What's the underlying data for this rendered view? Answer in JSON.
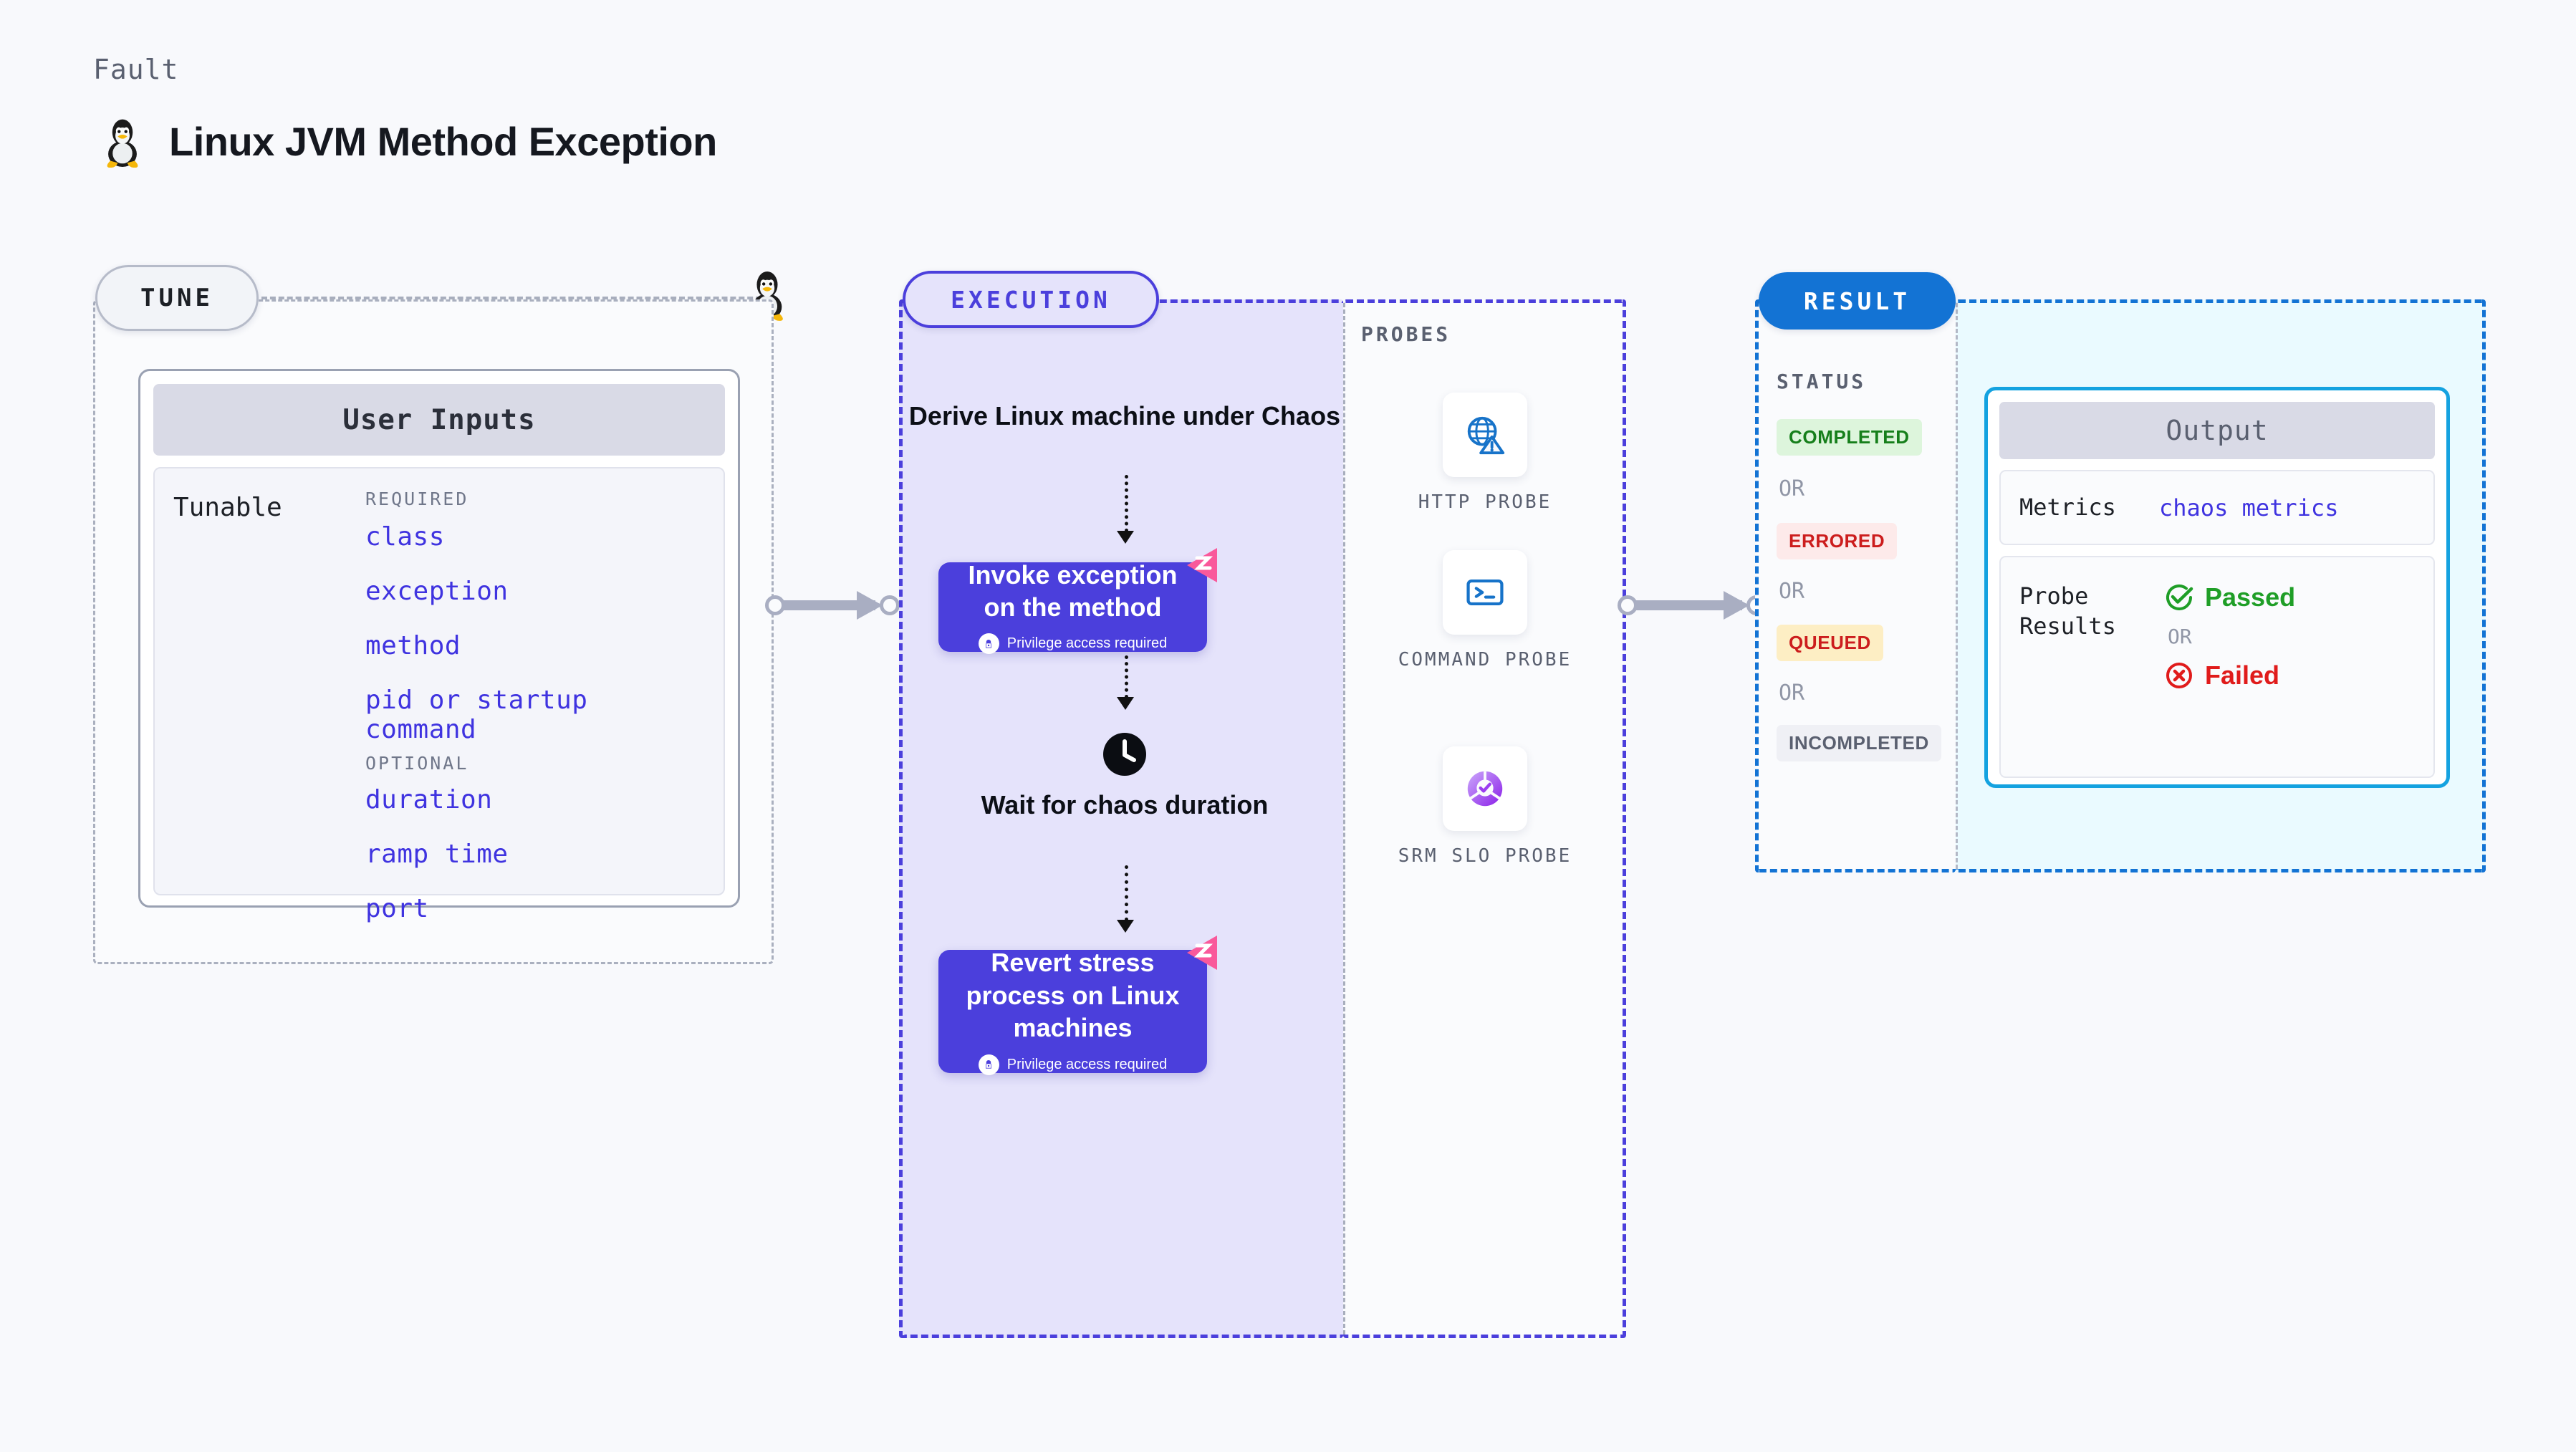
{
  "header": {
    "eyebrow": "Fault",
    "title": "Linux JVM Method Exception",
    "icon": "linux-penguin-icon"
  },
  "tune": {
    "badge": "TUNE",
    "card_title": "User Inputs",
    "tunable_label": "Tunable",
    "groups": [
      {
        "label": "REQUIRED",
        "items": [
          "class",
          "exception",
          "method",
          "pid or startup command"
        ]
      },
      {
        "label": "OPTIONAL",
        "items": [
          "duration",
          "ramp time",
          "port"
        ]
      }
    ]
  },
  "execution": {
    "badge": "EXECUTION",
    "steps": [
      {
        "type": "text",
        "label": "Derive Linux machine under Chaos"
      },
      {
        "type": "action",
        "label": "Invoke exception on the method",
        "note": "Privilege access required",
        "flag": true
      },
      {
        "type": "clock",
        "label": "Wait for chaos duration"
      },
      {
        "type": "action",
        "label": "Revert stress process on Linux machines",
        "note": "Privilege access required",
        "flag": true
      }
    ]
  },
  "probes": {
    "title": "PROBES",
    "items": [
      {
        "name": "HTTP PROBE",
        "icon": "globe-warning-icon"
      },
      {
        "name": "COMMAND PROBE",
        "icon": "terminal-icon"
      },
      {
        "name": "SRM SLO PROBE",
        "icon": "srm-slo-donut-check-icon"
      }
    ]
  },
  "result": {
    "badge": "RESULT",
    "status_title": "STATUS",
    "or_label": "OR",
    "statuses": [
      {
        "label": "COMPLETED",
        "bg": "#ddf5dc",
        "fg": "#167f1b"
      },
      {
        "label": "ERRORED",
        "bg": "#fdeaea",
        "fg": "#cc1d1d"
      },
      {
        "label": "QUEUED",
        "bg": "#fdeec4",
        "fg": "#cc1d1d"
      },
      {
        "label": "INCOMPLETED",
        "bg": "#eff0f5",
        "fg": "#5a6070"
      }
    ],
    "output": {
      "title": "Output",
      "metrics_key": "Metrics",
      "metrics_value": "chaos metrics",
      "probe_results_key": "Probe Results",
      "passed_label": "Passed",
      "failed_label": "Failed",
      "or_label": "OR"
    }
  },
  "colors": {
    "accent_purple": "#4b3fdc",
    "accent_blue": "#1373d4",
    "output_border": "#14a2e0",
    "tunable_text": "#3f33e0",
    "flag_pink": "#f9599b"
  }
}
